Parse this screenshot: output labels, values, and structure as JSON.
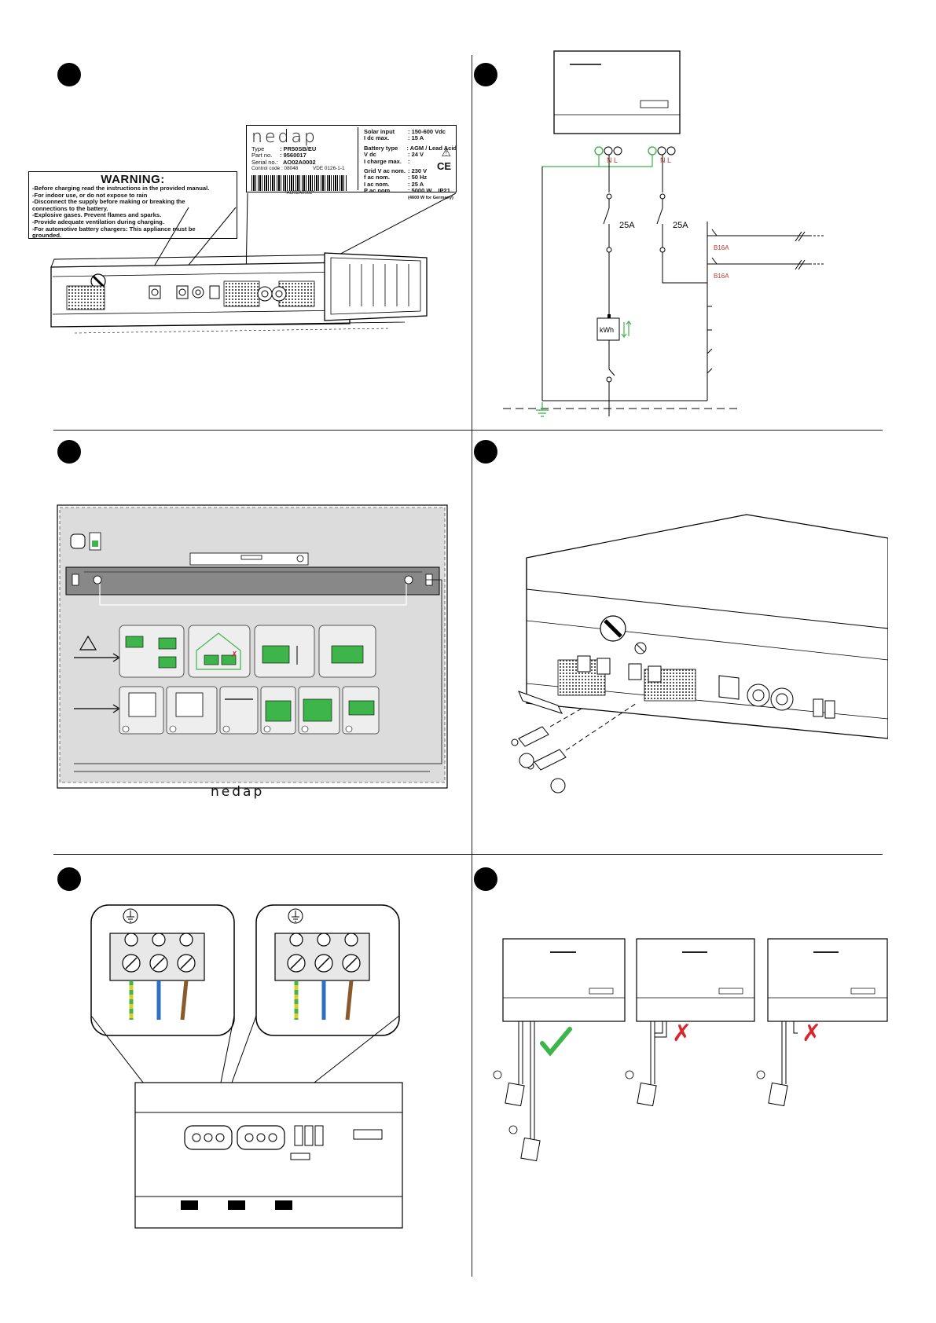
{
  "warning": {
    "title": "WARNING:",
    "lines": [
      "-Before charging read the instructions in the  provided manual.",
      "-For indoor use, or do not expose to rain",
      "-Disconnect the supply before making or breaking the",
      " connections to the battery.",
      "-Explosive gases. Prevent flames and sparks.",
      "-Provide adequate ventilation during charging.",
      "-For automotive battery chargers: This appliance must be",
      " grounded."
    ]
  },
  "type_label": {
    "brand": "nedap",
    "type_key": "Type",
    "type_val": ": PR50SB/EU",
    "part_key": "Part no.",
    "part_val": ": 9560017",
    "serial_key": "Serial no.:",
    "serial_val": "AO02A0002",
    "control_key": "Control code",
    "control_val": ": 08048",
    "vde": "VDE 0126-1-1",
    "barcode_text": "*AO02A0002*",
    "specs": [
      {
        "k": "Solar input",
        "v": ": 150-600 Vdc"
      },
      {
        "k": "I dc max.",
        "v": ": 15 A"
      },
      {
        "k": "Battery type",
        "v": ": AGM / Lead Acid"
      },
      {
        "k": "V dc",
        "v": ": 24 V"
      },
      {
        "k": "I charge max.",
        "v": ":"
      },
      {
        "k": "Grid V ac nom.",
        "v": ": 230 V"
      },
      {
        "k": "f ac nom.",
        "v": ": 50 Hz"
      },
      {
        "k": "I ac nom.",
        "v": ": 25 A"
      },
      {
        "k": "P ac nom.",
        "v": ": 5000 W"
      }
    ],
    "germany_note": "(4600 W for Germany)",
    "ip_rating": "IP21",
    "ce_mark": "CE"
  },
  "wiring": {
    "terminal_left": "N L",
    "terminal_right": "N L",
    "breaker_left": "25A",
    "breaker_right": "25A",
    "fuse_top": "B16A",
    "fuse_bottom": "B16A",
    "meter": "kWh"
  },
  "panel3": {
    "footer_brand": "nedap"
  },
  "colors": {
    "green": "#3db54a",
    "red": "#d9262c",
    "panel_bg": "#dcdcdc",
    "earth_yellow": "#d6d12a",
    "earth_green": "#4caf50",
    "neutral_blue": "#2d6fc4",
    "live_brown": "#8a5a2b"
  }
}
